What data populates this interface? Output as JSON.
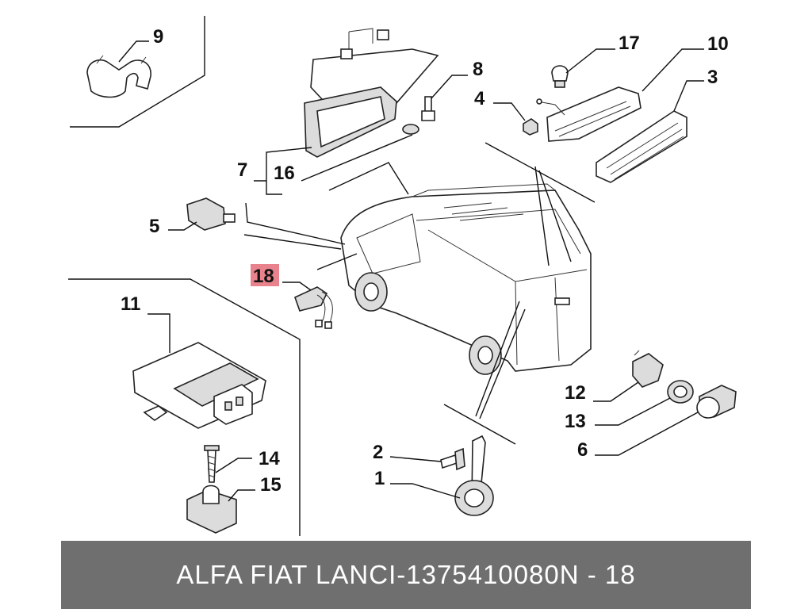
{
  "callouts": {
    "c1": "1",
    "c2": "2",
    "c3": "3",
    "c4": "4",
    "c5": "5",
    "c6": "6",
    "c7": "7",
    "c8": "8",
    "c9": "9",
    "c10": "10",
    "c11": "11",
    "c12": "12",
    "c13": "13",
    "c14": "14",
    "c15": "15",
    "c16": "16",
    "c17": "17",
    "c18": "18"
  },
  "highlighted_callout": "18",
  "colors": {
    "highlight": "#e8828c",
    "footer_bg": "#6f6f6f",
    "footer_text": "#ffffff"
  },
  "footer": {
    "brand": "ALFA FIAT LANCI",
    "separator": "-",
    "part_number": "1375410080",
    "ref": "N - 18"
  }
}
